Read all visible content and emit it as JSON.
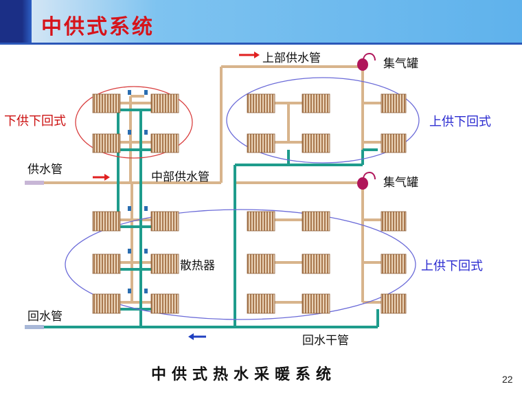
{
  "slide": {
    "title": "中供式系统",
    "page_number": "22",
    "caption": "中供式热水采暖系统"
  },
  "labels": {
    "upper_supply_pipe": "上部供水管",
    "air_collector_top": "集气罐",
    "air_collector_mid": "集气罐",
    "lower_supply_lower_return": "下供下回式",
    "upper_supply_lower_return_top": "上供下回式",
    "upper_supply_lower_return_bottom": "上供下回式",
    "supply_pipe": "供水管",
    "middle_supply_pipe": "中部供水管",
    "radiator": "散热器",
    "return_pipe": "回水管",
    "return_main": "回水干管"
  },
  "colors": {
    "title_red": "#d6131a",
    "supply_pipe": "#d8b48c",
    "return_pipe": "#1e9c8c",
    "ellipse_red": "#d94040",
    "ellipse_blue": "#6a6ad8",
    "label_blue": "#2b2bd0",
    "label_red": "#cc1111",
    "arrow_red": "#e02020",
    "arrow_blue": "#2040c0"
  }
}
